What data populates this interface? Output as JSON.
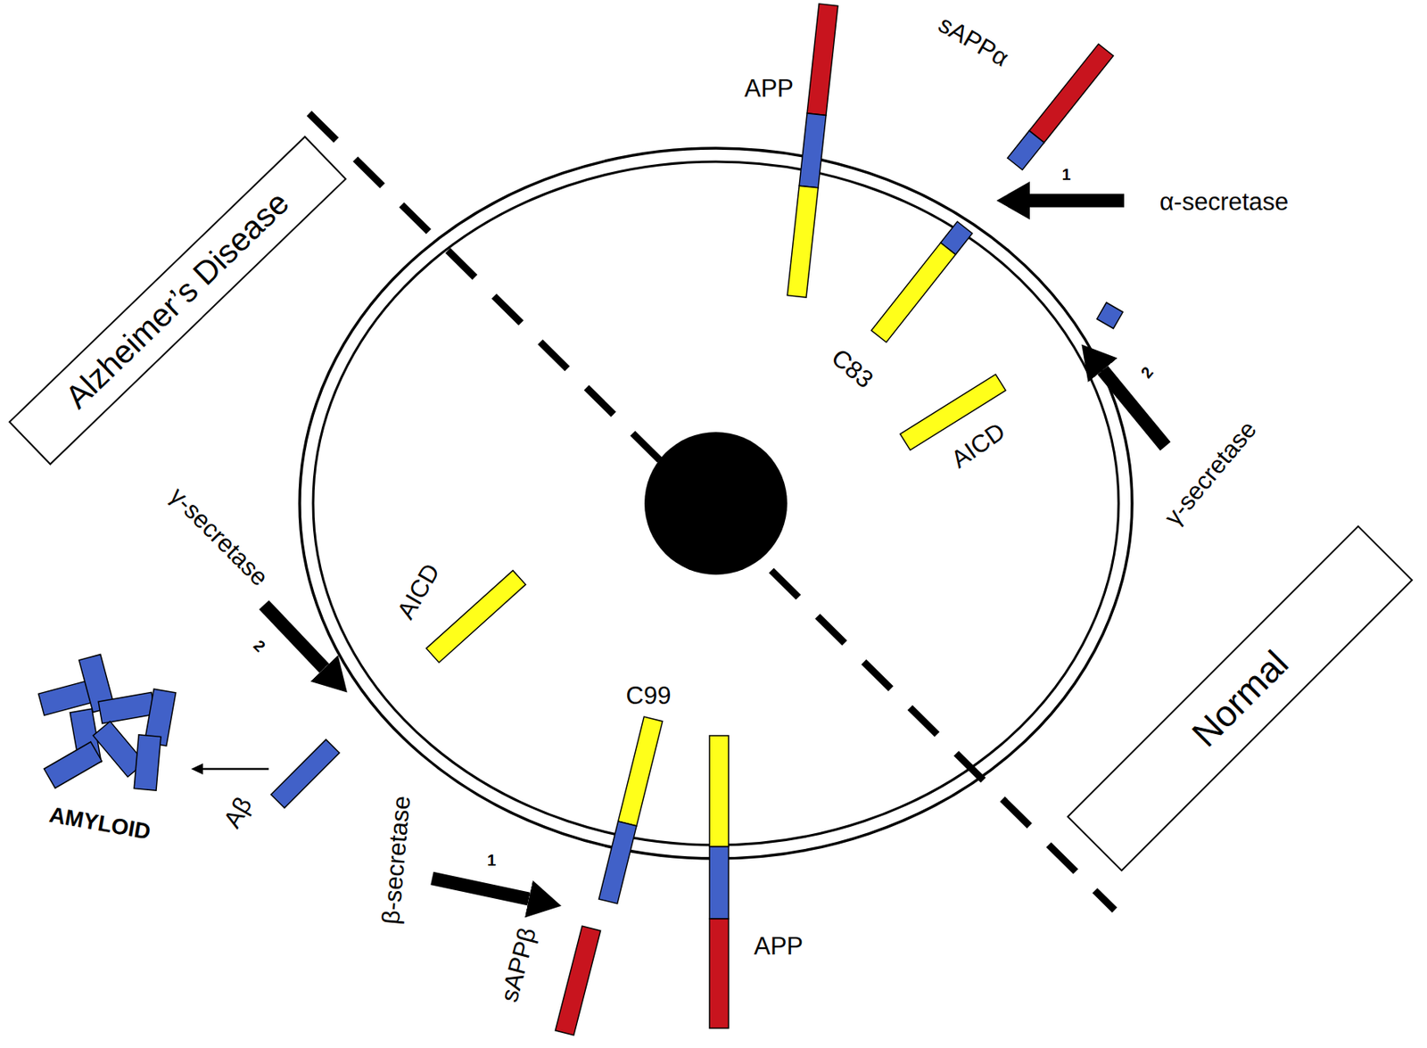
{
  "diagram": {
    "nodes": [
      {
        "text": [
          "Alzheimer’s Disease"
        ]
      },
      {
        "text": [
          "Normal"
        ]
      }
    ],
    "labels": [
      "APP",
      "sAPPα",
      "1",
      "α-secretase",
      "C83",
      "AICD",
      "2",
      "γ-secretase",
      "AICD",
      "γ-secretase",
      "2",
      "Aβ",
      "AMYLOID",
      "C99",
      "β-secretase",
      "1",
      "sAPPβ",
      "APP"
    ]
  }
}
